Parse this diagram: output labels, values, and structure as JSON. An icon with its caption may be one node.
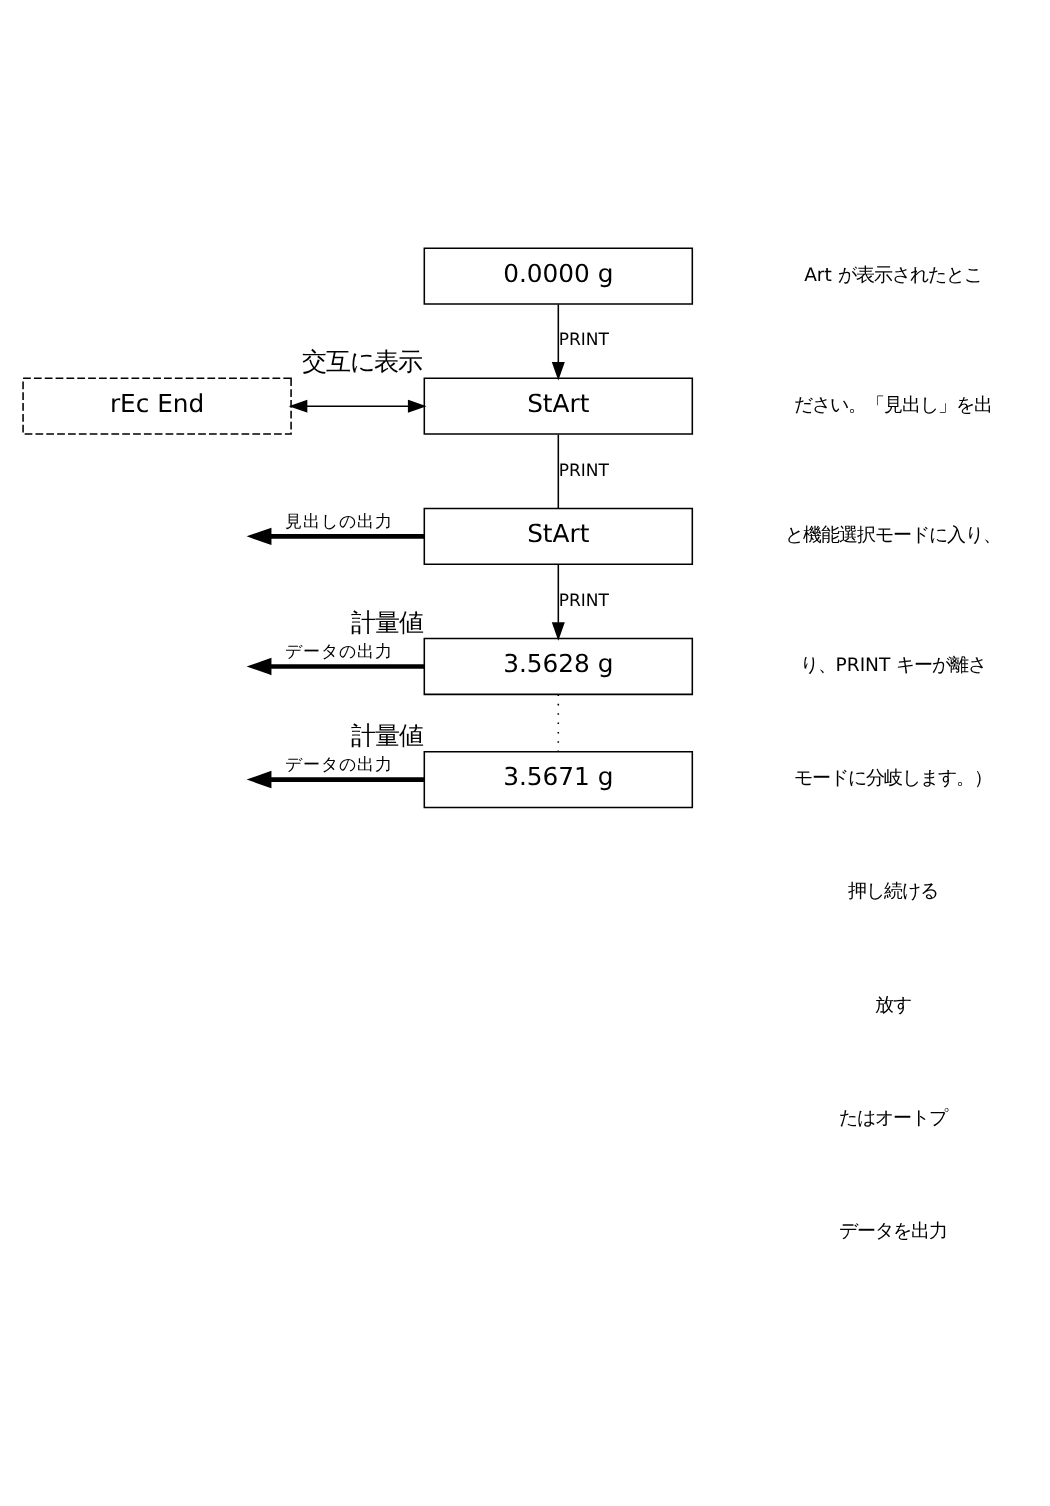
{
  "diagram": {
    "nodes": [
      {
        "text": [
          "0.0000 g"
        ]
      },
      {
        "text": [
          "StArt"
        ],
        "beside": [
          "交互に表示"
        ]
      },
      {
        "text": [
          "rEc End"
        ]
      },
      {
        "text": [
          "StArt"
        ]
      },
      {
        "text": [
          "3.5628 g"
        ],
        "beside": [
          "計量値"
        ]
      },
      {
        "text": [
          "3.5671 g"
        ],
        "beside": [
          "計量値"
        ]
      }
    ],
    "edges": [
      {
        "from": 0,
        "to": 1,
        "arrow": "to",
        "label": "PRINT"
      },
      {
        "from": 1,
        "to": 2,
        "arrow": "both"
      },
      {
        "from": 1,
        "to": 3,
        "arrow": "none",
        "label": "PRINT"
      },
      {
        "from": 3,
        "to": null,
        "arrow": "to",
        "label": "見出しの出力",
        "style": "thick"
      },
      {
        "from": 3,
        "to": 4,
        "arrow": "to",
        "label": "PRINT"
      },
      {
        "from": 4,
        "to": null,
        "arrow": "to",
        "label": "データの出力",
        "style": "thick"
      },
      {
        "from": 4,
        "to": 5,
        "arrow": "none",
        "style": "dashed"
      },
      {
        "from": 5,
        "to": null,
        "arrow": "to",
        "label": "データの出力",
        "style": "thick"
      }
    ],
    "labels": [
      "Art が表示されたとこ",
      "ださい。「見出し」を出",
      "と機能選択モードに入り、",
      "り、PRINT キーが離さ",
      "モードに分岐します。）",
      "押し続ける",
      "放す",
      "たはオートプ",
      "データを出力"
    ]
  }
}
